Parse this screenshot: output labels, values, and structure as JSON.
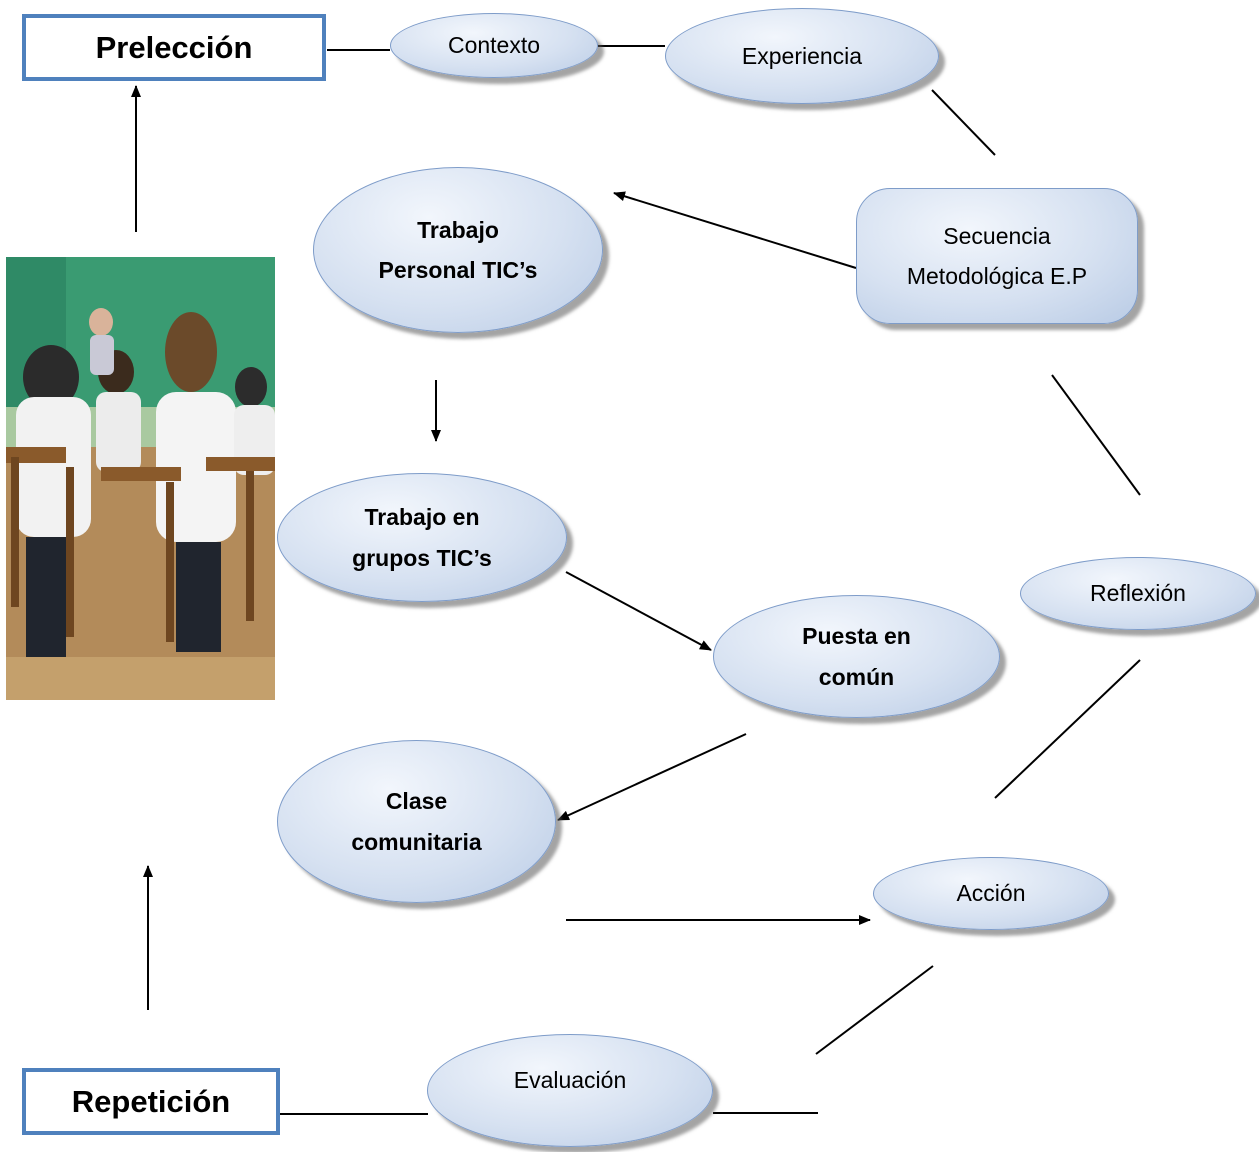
{
  "phases": {
    "top": "Prelección",
    "bottom": "Repetición"
  },
  "cycle": {
    "context": "Contexto",
    "experience": "Experiencia",
    "sequence_line1": "Secuencia",
    "sequence_line2": "Metodológica E.P",
    "reflection": "Reflexión",
    "action": "Acción",
    "evaluation": "Evaluación"
  },
  "activities": {
    "personal_line1": "Trabajo",
    "personal_line2": "Personal TIC’s",
    "groups_line1": "Trabajo en",
    "groups_line2": "grupos TIC’s",
    "common_line1": "Puesta en",
    "common_line2": "común",
    "community_line1": "Clase",
    "community_line2": "comunitaria"
  },
  "colors": {
    "box_border": "#4f81bd",
    "ellipse_fill": "#d6e1f1",
    "ellipse_border": "#7e9cc9"
  }
}
